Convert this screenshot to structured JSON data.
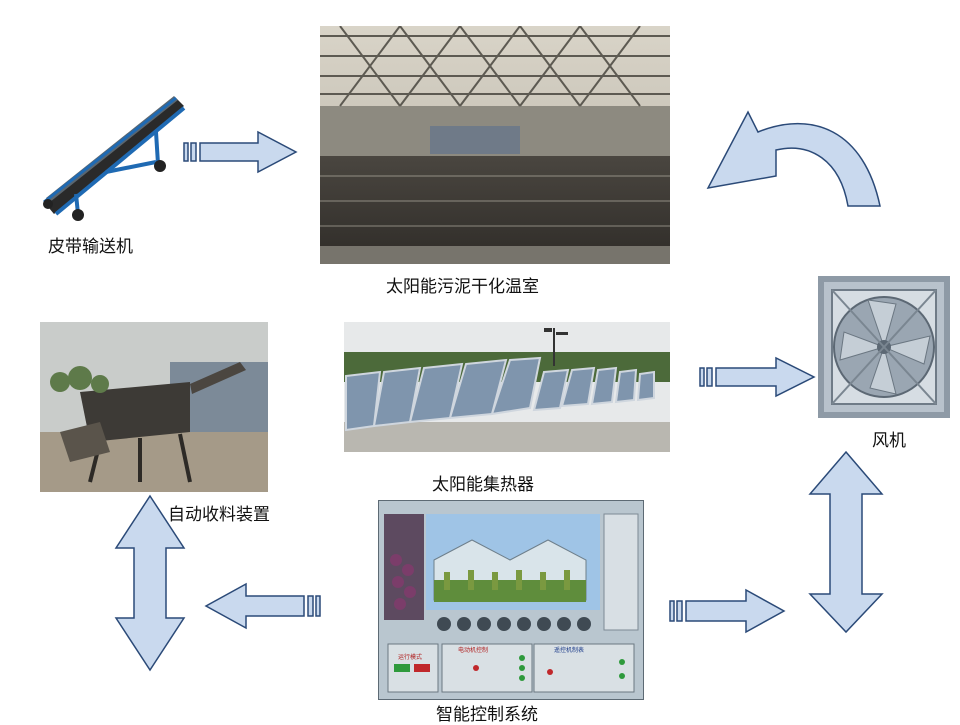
{
  "nodes": {
    "conveyor": {
      "label": "皮带输送机"
    },
    "greenhouse": {
      "label": "太阳能污泥干化温室"
    },
    "fan": {
      "label": "风机"
    },
    "collector_device": {
      "label": "自动收料装置"
    },
    "solar_collector": {
      "label": "太阳能集热器"
    },
    "control_system": {
      "label": "智能控制系统",
      "panel_title": "电动机控制",
      "left_panel_title": "运行模式",
      "right_panel_title": "遥控机制表"
    }
  },
  "colors": {
    "arrow_fill": "#c9d9ee",
    "arrow_stroke": "#2b4a78",
    "photo_sky": "#d8dde2",
    "panel_bg": "#c8d4dc"
  },
  "icons": [
    "conveyor-icon",
    "fan-icon",
    "solar-panel-icon",
    "greenhouse-icon"
  ]
}
